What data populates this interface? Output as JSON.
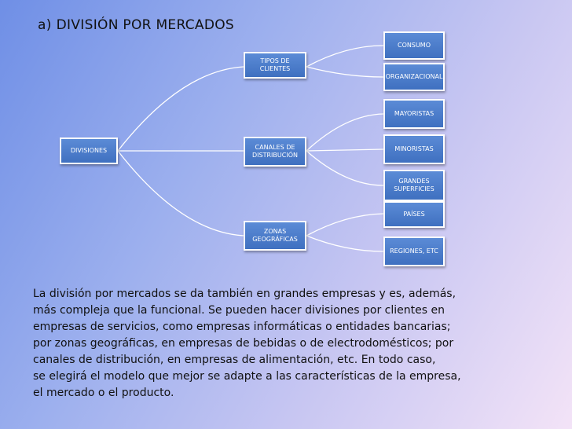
{
  "title": {
    "marker": "a)",
    "text": "DIVISIÓN POR MERCADOS"
  },
  "diagram": {
    "root": "DIVISIONES",
    "branches": [
      {
        "label": "TIPOS DE CLIENTES",
        "children": [
          "CONSUMO",
          "ORGANIZACIONAL"
        ]
      },
      {
        "label": "CANALES DE\nDISTRIBUCIÓN",
        "children": [
          "MAYORISTAS",
          "MINORISTAS",
          "GRANDES\nSUPERFICIES"
        ]
      },
      {
        "label": "ZONAS\nGEOGRÁFICAS",
        "children": [
          "PAÍSES",
          "REGIONES, ETC"
        ]
      }
    ]
  },
  "paragraph": [
    "La división por mercados se da también en grandes empresas y es, además,",
    "más compleja que la funcional. Se pueden hacer divisiones por clientes en",
    "empresas de servicios, como empresas informáticas o entidades bancarias;",
    "por zonas geográficas,  en empresas de bebidas o de electrodomésticos; por",
    "canales de distribución, en empresas de alimentación, etc. En todo caso,",
    "se elegirá el modelo que mejor se adapte a las características de la empresa,",
    "el mercado o el producto."
  ],
  "colors": {
    "box": "#4a7bcb",
    "border": "#ffffff",
    "connector": "#ffffff"
  }
}
